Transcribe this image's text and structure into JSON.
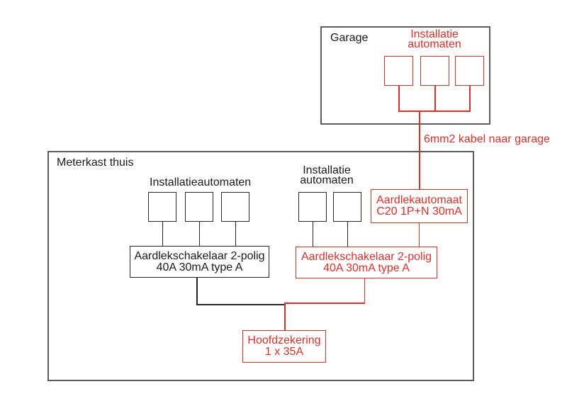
{
  "colors": {
    "red": "#d9302a",
    "wire_black": "#262626",
    "frame": "#5c5c5c",
    "text": "#1a1a1a",
    "background": "#ffffff"
  },
  "garage": {
    "title": "Garage",
    "breakers_label": [
      "Installatie",
      "automaten"
    ],
    "breaker_count": 3
  },
  "cable_label": "6mm2 kabel naar garage",
  "meterkast": {
    "title": "Meterkast thuis",
    "group1": {
      "breakers_label": "Installatieautomaten",
      "breaker_count": 3,
      "rcd": [
        "Aardlekschakelaar 2-polig",
        "40A 30mA type A"
      ]
    },
    "group2": {
      "breakers_label": [
        "Installatie",
        "automaten"
      ],
      "breaker_count": 2,
      "rcd": [
        "Aardlekschakelaar 2-polig",
        "40A 30mA type A"
      ]
    },
    "garage_feed_breaker": [
      "Aardlekautomaat",
      "C20 1P+N 30mA"
    ],
    "main_fuse": [
      "Hoofdzekering",
      "1 x 35A"
    ]
  }
}
